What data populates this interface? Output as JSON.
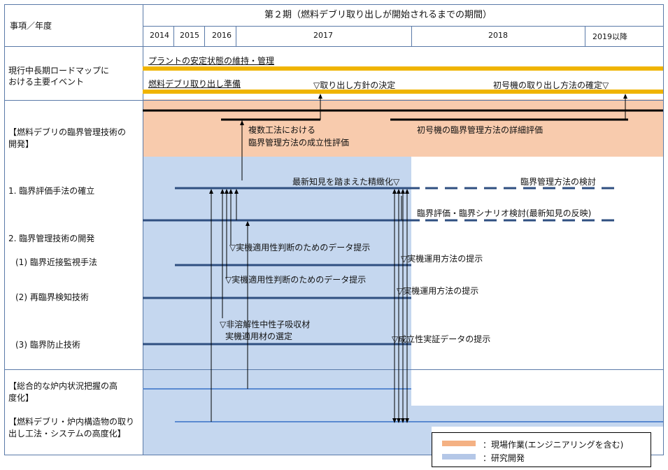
{
  "header": {
    "corner_label": "事項／年度",
    "phase_title": "第２期（燃料デブリ取り出しが開始されるまでの期間）",
    "years": [
      "2014",
      "2015",
      "2016",
      "2017",
      "2018",
      "2019以降"
    ]
  },
  "roadmap": {
    "row_label": "現行中長期ロードマップにおける主要イベント",
    "row_label_line1": "現行中長期ロードマップに",
    "row_label_line2": "おける主要イベント",
    "event1": "プラントの安定状態の維持・管理",
    "event2": "燃料デブリ取り出し準備",
    "milestone1": "▽取り出し方針の決定",
    "milestone2": "初号機の取り出し方法の確定▽"
  },
  "critical": {
    "section_label_line1": "【燃料デブリの臨界管理技術の",
    "section_label_line2": "開発】",
    "task1_line1": "複数工法における",
    "task1_line2": "臨界管理方法の成立性評価",
    "task2": "初号機の臨界管理方法の詳細評価",
    "item1_label": "1. 臨界評価手法の確立",
    "item1_note": "最新知見を踏まえた精緻化▽",
    "item1_future": "臨界管理方法の検討",
    "item1_future2": "臨界評価・臨界シナリオ検討(最新知見の反映)",
    "item2_label": "2. 臨界管理技術の開発",
    "sub1_label": "(1) 臨界近接監視手法",
    "sub1_note1": "▽実機適用性判断のためのデータ提示",
    "sub1_note2": "▽実機運用方法の提示",
    "sub2_label": "(2) 再臨界検知技術",
    "sub2_note1": "▽実機適用性判断のためのデータ提示",
    "sub2_note2": "▽実機運用方法の提示",
    "sub3_label": "(3) 臨界防止技術",
    "sub3_note1_line1": "▽非溶解性中性子吸収材",
    "sub3_note1_line2": "実機適用材の選定",
    "sub3_note2": "▽成立性実証データの提示"
  },
  "other": {
    "project1_line1": "【総合的な炉内状況把握の高",
    "project1_line2": "度化】",
    "project2_line1": "【燃料デブリ・炉内構造物の取り",
    "project2_line2": "出し工法・システムの高度化】"
  },
  "legend": {
    "item1": "：現場作業(エンジニアリングを含む)",
    "item2": "：研究開発"
  },
  "colors": {
    "site_work": "#f8cbad",
    "research": "#c5d7ef",
    "roadmap_bar": "#f0b400",
    "task_line": "#000000",
    "research_line": "#2f4f80",
    "legend_orange": "#f4b183",
    "legend_blue": "#b4c7e7"
  }
}
